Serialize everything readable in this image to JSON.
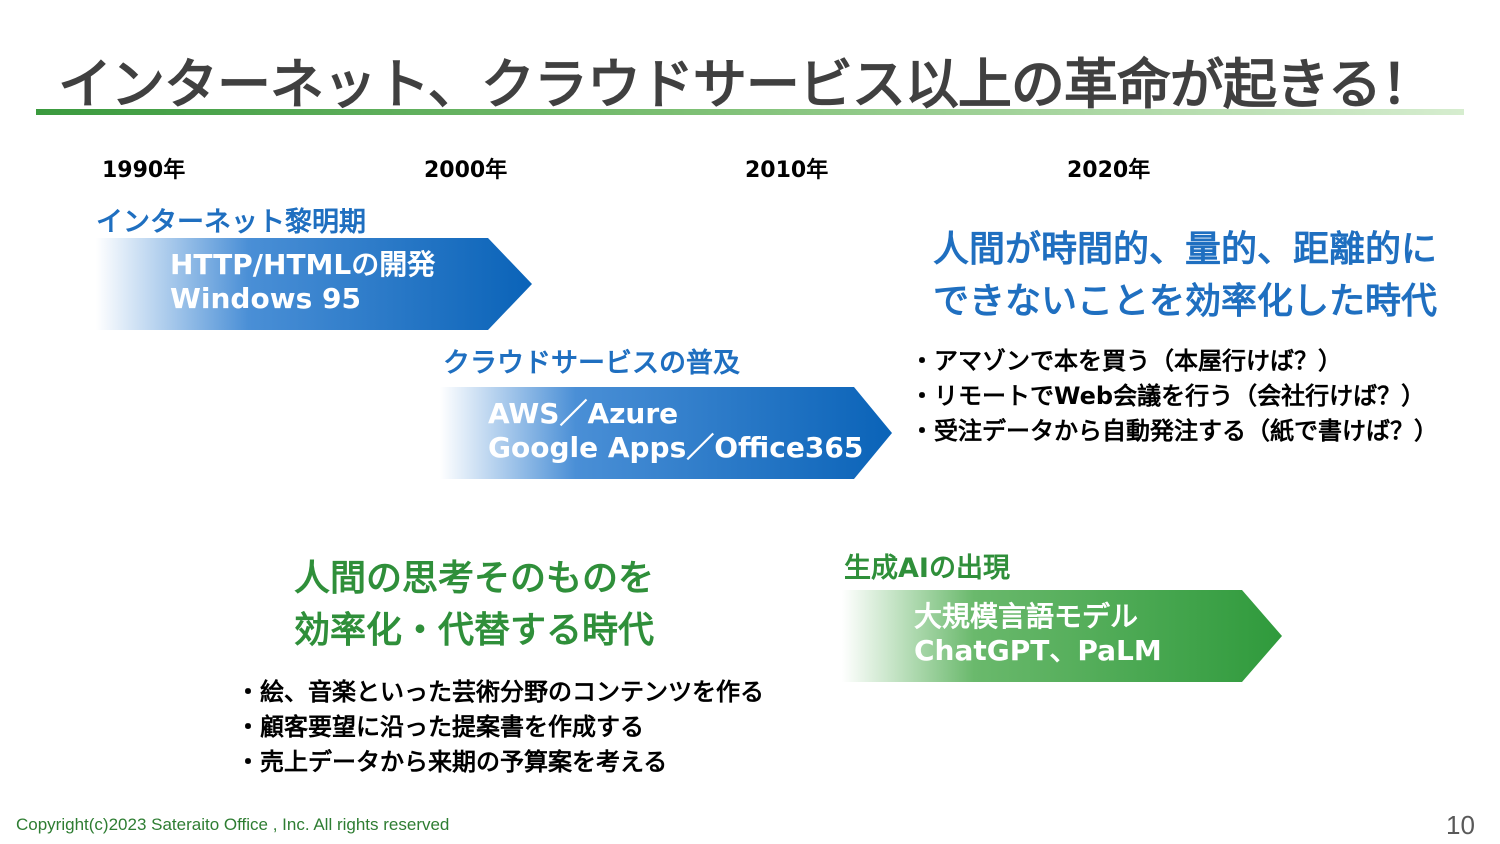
{
  "slide": {
    "title": "インターネット、クラウドサービス以上の革命が起きる！",
    "page_number": "10",
    "copyright": "Copyright(c)2023 Sateraito Office , Inc. All rights reserved"
  },
  "timeline": {
    "years": [
      "1990年",
      "2000年",
      "2010年",
      "2020年"
    ]
  },
  "eras": {
    "internet": {
      "label": "インターネット黎明期",
      "lines": [
        "HTTP/HTMLの開発",
        "Windows 95"
      ]
    },
    "cloud": {
      "label": "クラウドサービスの普及",
      "lines": [
        "AWS／Azure",
        "Google Apps／Office365"
      ]
    },
    "genai": {
      "label": "生成AIの出現",
      "lines": [
        "大規模言語モデル",
        "ChatGPT、PaLM"
      ]
    }
  },
  "blue_block": {
    "headline": [
      "人間が時間的、量的、距離的に",
      "できないことを効率化した時代"
    ],
    "bullets": [
      "・アマゾンで本を買う（本屋行けば？）",
      "・リモートでWeb会議を行う（会社行けば？）",
      "・受注データから自動発注する（紙で書けば？）"
    ]
  },
  "green_block": {
    "headline": [
      "人間の思考そのものを",
      "効率化・代替する時代"
    ],
    "bullets": [
      "・絵、音楽といった芸術分野のコンテンツを作る",
      "・顧客要望に沿った提案書を作成する",
      "・売上データから来期の予算案を考える"
    ]
  },
  "colors": {
    "blue": "#0a63b8",
    "green": "#2f9a3c",
    "title_gray": "#404040"
  }
}
